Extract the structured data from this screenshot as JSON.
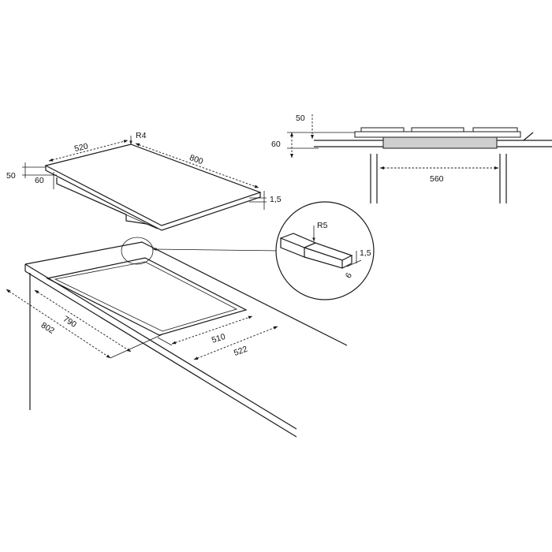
{
  "hob_dims": {
    "radius": "R4",
    "depth": "520",
    "width": "800",
    "edge_thickness": "1,5",
    "frame_height": "50",
    "underside_height": "60"
  },
  "cutout_dims": {
    "inner_width": "790",
    "outer_width": "802",
    "inner_depth": "510",
    "outer_depth": "522"
  },
  "detail_dims": {
    "radius": "R5",
    "depth": "1,5",
    "width": "6"
  },
  "side_dims": {
    "top": "50",
    "height": "60",
    "span": "560"
  }
}
